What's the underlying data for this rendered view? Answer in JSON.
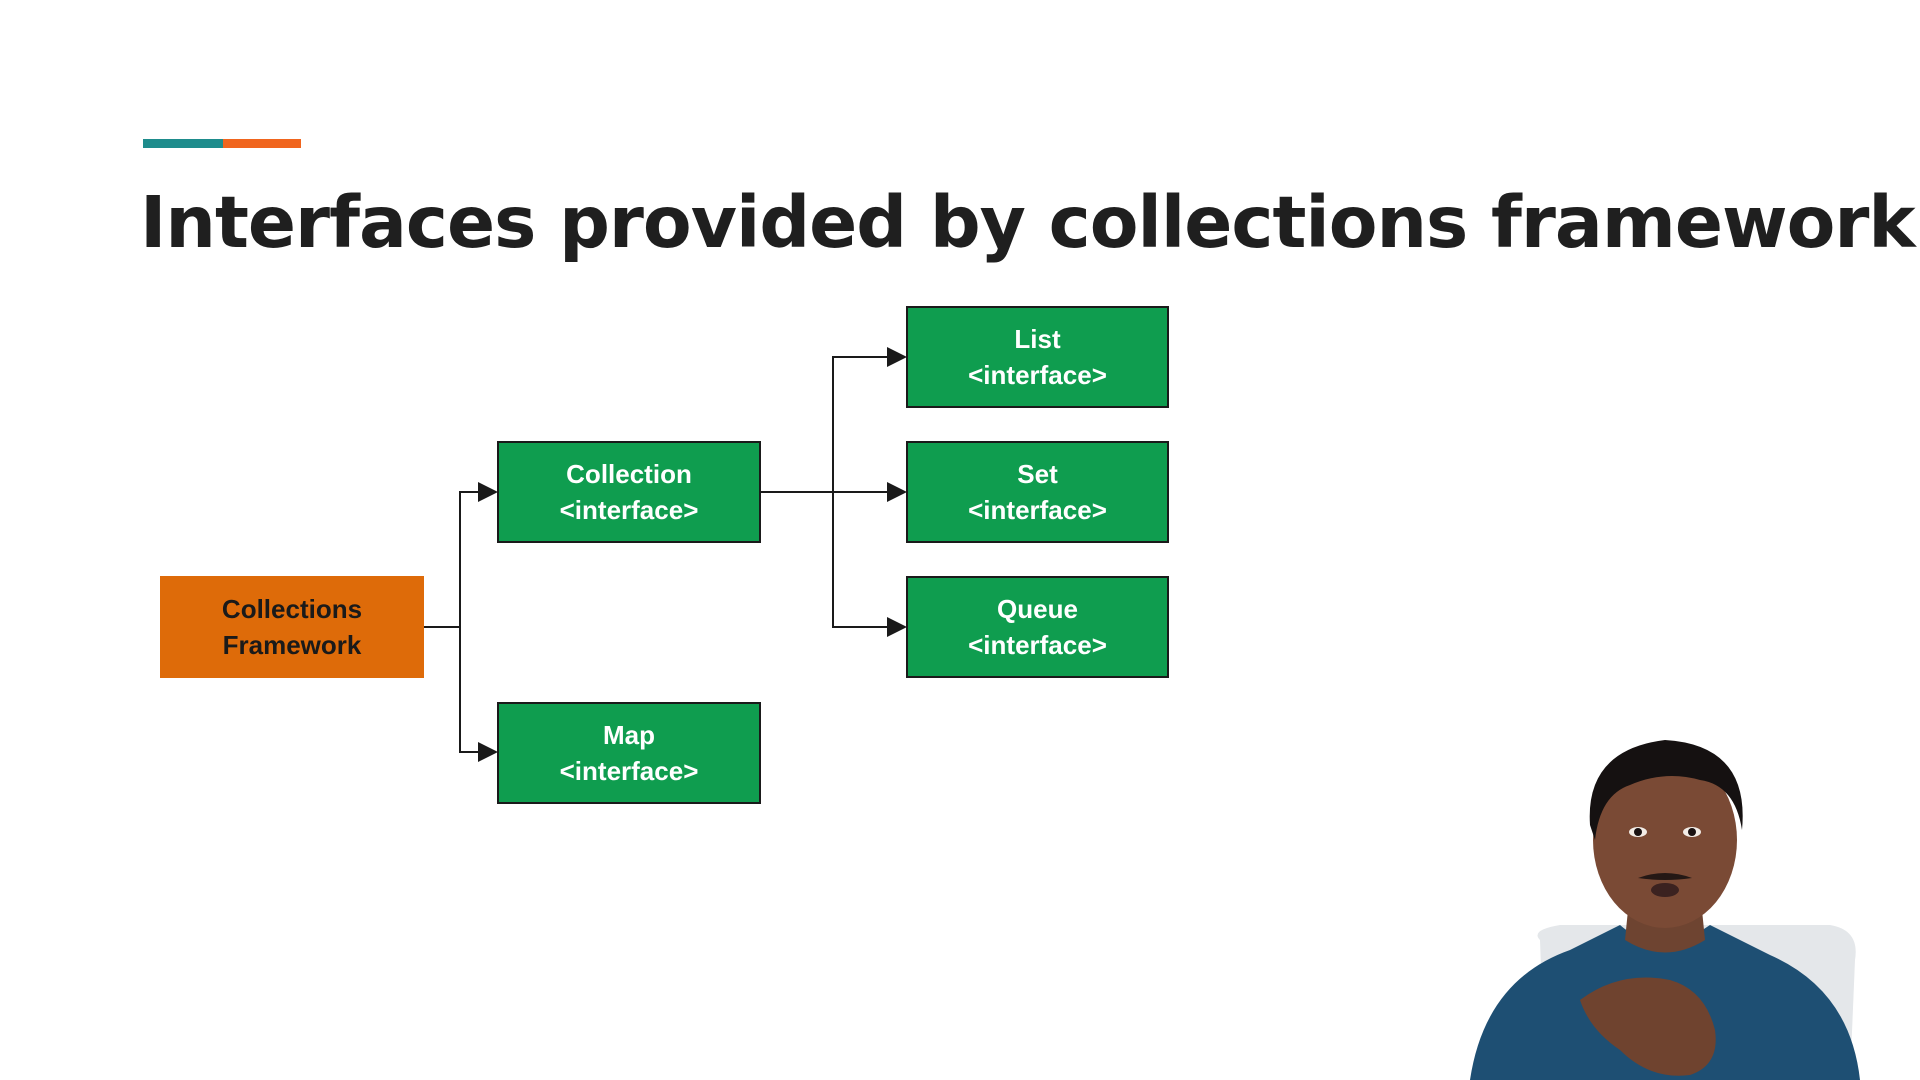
{
  "slide": {
    "title": "Interfaces provided by collections framework",
    "accent_colors": [
      "#1e8c8c",
      "#f0651e"
    ]
  },
  "diagram": {
    "root": {
      "line1": "Collections",
      "line2": "Framework",
      "color": "#de6b09"
    },
    "collection": {
      "line1": "Collection",
      "line2": "<interface>",
      "color": "#0f9d4f"
    },
    "map": {
      "line1": "Map",
      "line2": "<interface>",
      "color": "#0f9d4f"
    },
    "list": {
      "line1": "List",
      "line2": "<interface>",
      "color": "#0f9d4f"
    },
    "set": {
      "line1": "Set",
      "line2": "<interface>",
      "color": "#0f9d4f"
    },
    "queue": {
      "line1": "Queue",
      "line2": "<interface>",
      "color": "#0f9d4f"
    }
  },
  "presenter": {
    "icon": "presenter-video-overlay"
  }
}
